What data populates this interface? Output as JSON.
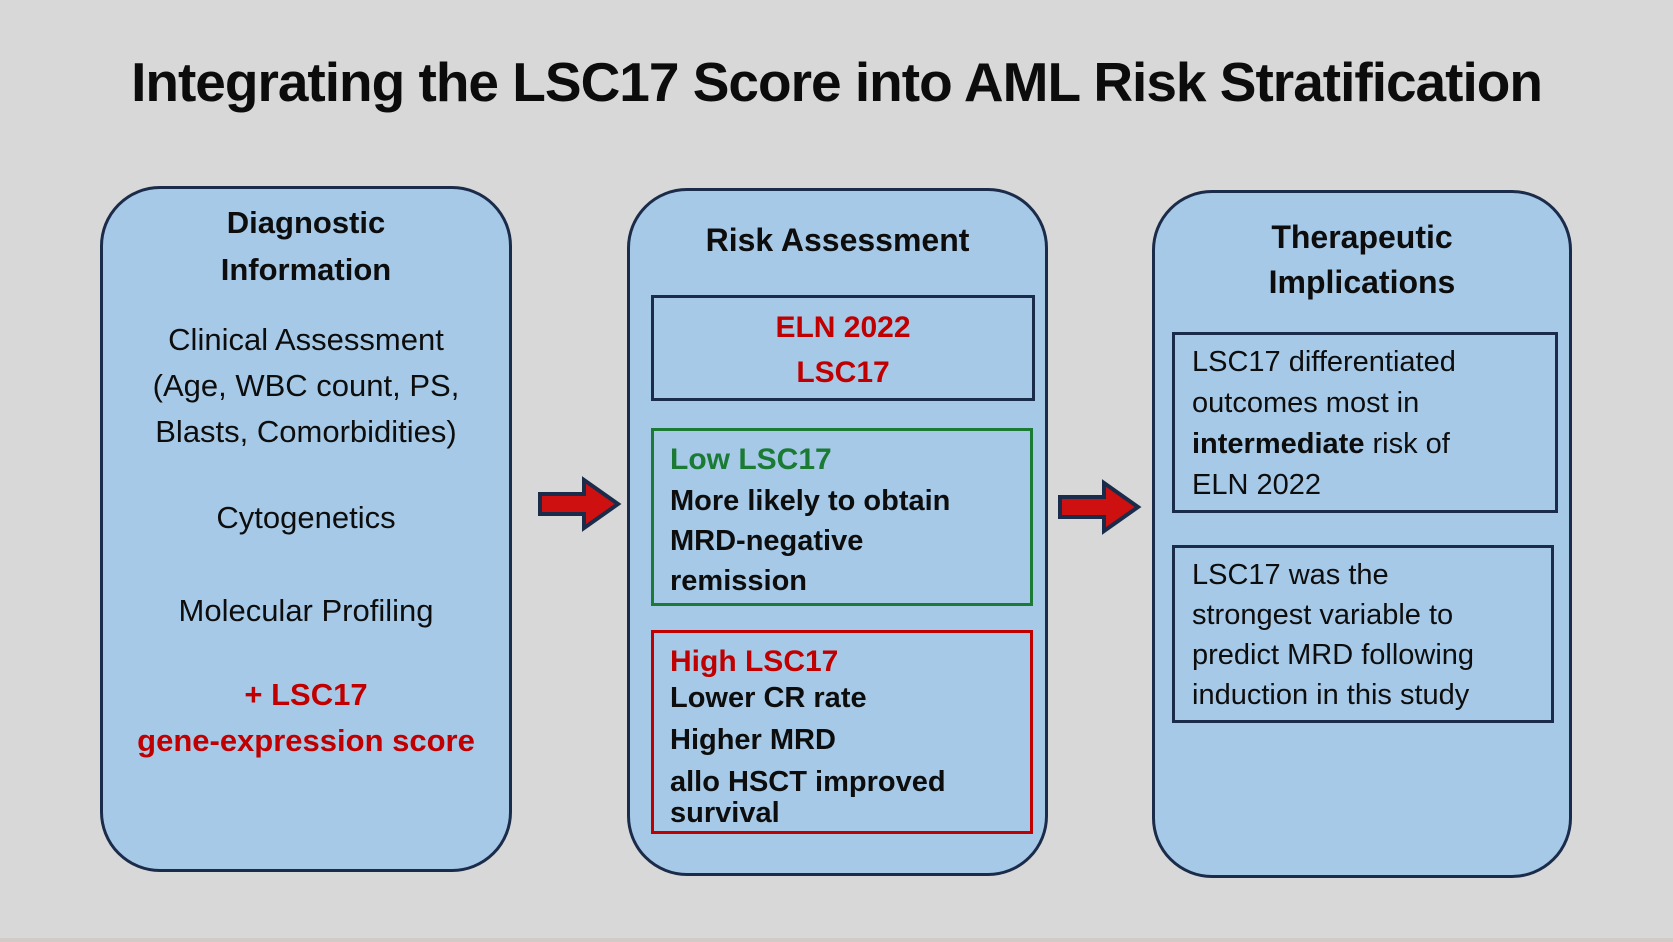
{
  "title": "Integrating the LSC17 Score into AML Risk Stratification",
  "colors": {
    "background": "#D8D8D8",
    "panel_fill": "#A6C9E7",
    "panel_border_navy": "#1B2C4B",
    "accent_red": "#C00000",
    "accent_green": "#1B7A33",
    "arrow_red": "#CE1010"
  },
  "left_panel": {
    "header_line1": "Diagnostic",
    "header_line2": "Information",
    "clinical_line1": "Clinical Assessment",
    "clinical_line2": "(Age, WBC count, PS,",
    "clinical_line3": "Blasts, Comorbidities)",
    "item_cytogenetics": "Cytogenetics",
    "item_molecular": "Molecular Profiling",
    "lsc17_line1": "+ LSC17",
    "lsc17_line2": "gene-expression score"
  },
  "middle_panel": {
    "header": "Risk Assessment",
    "eln_box": {
      "line1": "ELN 2022",
      "line2": "LSC17"
    },
    "low_box": {
      "title": "Low LSC17",
      "line1": "More likely to obtain",
      "line2": "MRD-negative",
      "line3": "remission"
    },
    "high_box": {
      "title": "High LSC17",
      "item1": "Lower CR rate",
      "item2": "Higher MRD",
      "item3": "allo HSCT improved survival"
    }
  },
  "right_panel": {
    "header_line1": "Therapeutic",
    "header_line2": "Implications",
    "box1": {
      "line1": "LSC17 differentiated",
      "line2": "outcomes most in",
      "line3_bold": "intermediate",
      "line3_rest": " risk of",
      "line4": "ELN 2022"
    },
    "box2": {
      "line1": "LSC17 was the",
      "line2": "strongest variable to",
      "line3": "predict MRD following",
      "line4": "induction in this study"
    }
  }
}
